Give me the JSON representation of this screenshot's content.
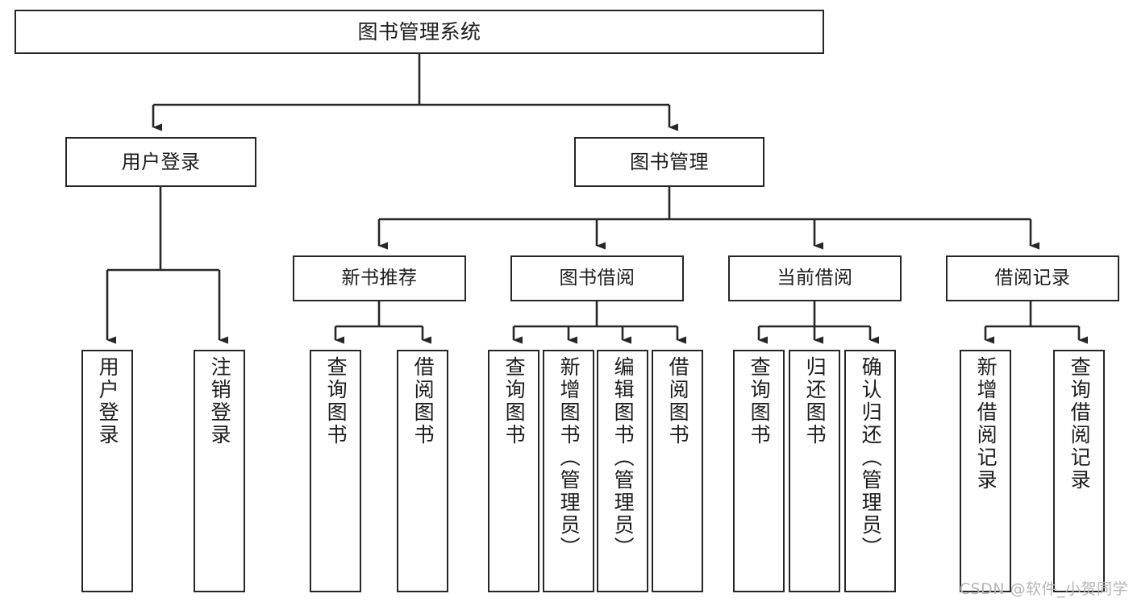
{
  "diagram": {
    "title": "图书管理系统",
    "root": {
      "label": "图书管理系统"
    },
    "level2": [
      {
        "label": "用户登录"
      },
      {
        "label": "图书管理"
      }
    ],
    "level3": [
      {
        "label": "新书推荐"
      },
      {
        "label": "图书借阅"
      },
      {
        "label": "当前借阅"
      },
      {
        "label": "借阅记录"
      }
    ],
    "leaves": [
      {
        "label": "用户登录"
      },
      {
        "label": "注销登录"
      },
      {
        "label": "查询图书"
      },
      {
        "label": "借阅图书"
      },
      {
        "label": "查询图书"
      },
      {
        "label": "新增图书（管理员）"
      },
      {
        "label": "编辑图书（管理员）"
      },
      {
        "label": "借阅图书"
      },
      {
        "label": "查询图书"
      },
      {
        "label": "归还图书"
      },
      {
        "label": "确认归还（管理员）"
      },
      {
        "label": "新增借阅记录"
      },
      {
        "label": "查询借阅记录"
      }
    ],
    "watermark": "CSDN @软件_小贺同学",
    "colors": {
      "stroke": "#262626",
      "fill": "#ffffff",
      "text": "#1c1c1c",
      "watermark": "#b5b5b5"
    }
  }
}
